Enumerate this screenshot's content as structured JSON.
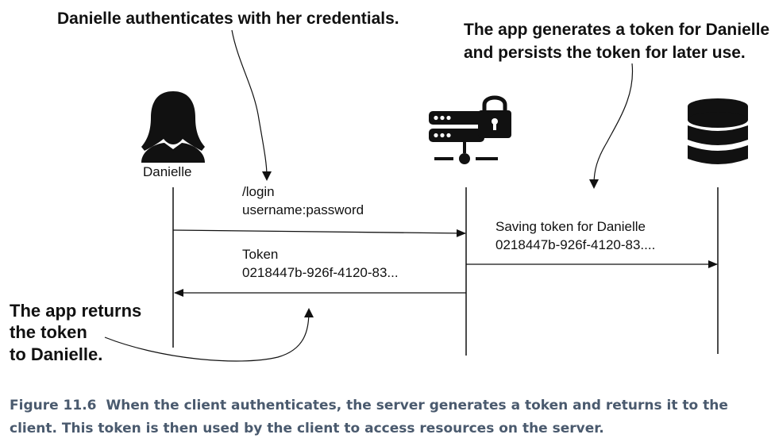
{
  "actors": {
    "user": {
      "name": "Danielle",
      "icon": "user-icon"
    },
    "server": {
      "icon": "server-lock-icon"
    },
    "database": {
      "icon": "database-icon"
    }
  },
  "messages": {
    "login": {
      "line1": "/login",
      "line2": "username:password"
    },
    "save": {
      "line1": "Saving token for Danielle",
      "line2": "0218447b-926f-4120-83...."
    },
    "token": {
      "line1": "Token",
      "line2": "0218447b-926f-4120-83..."
    }
  },
  "annotations": {
    "authenticate": "Danielle authenticates with her credentials.",
    "generate": {
      "line1": "The app generates a token for Danielle",
      "line2": "and persists the token for later use."
    },
    "returns": {
      "line1": "The app returns",
      "line2": "the token",
      "line3": "to Danielle."
    }
  },
  "caption": {
    "number": "Figure 11.6",
    "text": "When the client authenticates, the server generates a token and returns it to the client. This token is then used by the client to access resources on the server."
  },
  "colors": {
    "ink": "#111111",
    "caption": "#4a5a6e"
  }
}
